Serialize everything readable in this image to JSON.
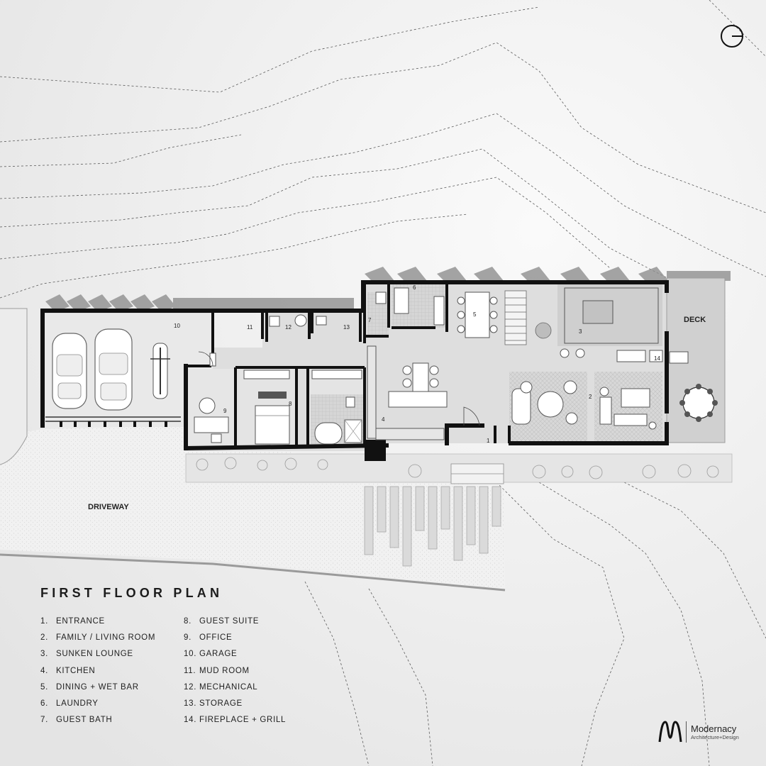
{
  "title": "FIRST FLOOR PLAN",
  "site_labels": {
    "driveway": "DRIVEWAY",
    "deck": "DECK"
  },
  "legend": [
    {
      "num": "1.",
      "label": "ENTRANCE"
    },
    {
      "num": "2.",
      "label": "FAMILY / LIVING ROOM"
    },
    {
      "num": "3.",
      "label": "SUNKEN LOUNGE"
    },
    {
      "num": "4.",
      "label": "KITCHEN"
    },
    {
      "num": "5.",
      "label": "DINING + WET BAR"
    },
    {
      "num": "6.",
      "label": "LAUNDRY"
    },
    {
      "num": "7.",
      "label": "GUEST BATH"
    },
    {
      "num": "8.",
      "label": "GUEST SUITE"
    },
    {
      "num": "9.",
      "label": "OFFICE"
    },
    {
      "num": "10.",
      "label": "GARAGE"
    },
    {
      "num": "11.",
      "label": "MUD ROOM"
    },
    {
      "num": "12.",
      "label": "MECHANICAL"
    },
    {
      "num": "13.",
      "label": "STORAGE"
    },
    {
      "num": "14.",
      "label": "FIREPLACE + GRILL"
    }
  ],
  "room_numbers": {
    "r1": "1",
    "r2": "2",
    "r3": "3",
    "r4": "4",
    "r5": "5",
    "r6": "6",
    "r7": "7",
    "r8": "8",
    "r9": "9",
    "r10": "10",
    "r11": "11",
    "r12": "12",
    "r13": "13",
    "r14": "14"
  },
  "brand": {
    "name": "Modernacy",
    "tagline": "Architecture+Design",
    "logo_icon": "modernacy-m-logo-icon"
  },
  "north_icon": "north-arrow-icon",
  "colors": {
    "wall": "#111111",
    "floor": "#dcdcdc",
    "deck": "#d2d2d2",
    "contour": "#555555",
    "paper": "#f3f3f3"
  }
}
